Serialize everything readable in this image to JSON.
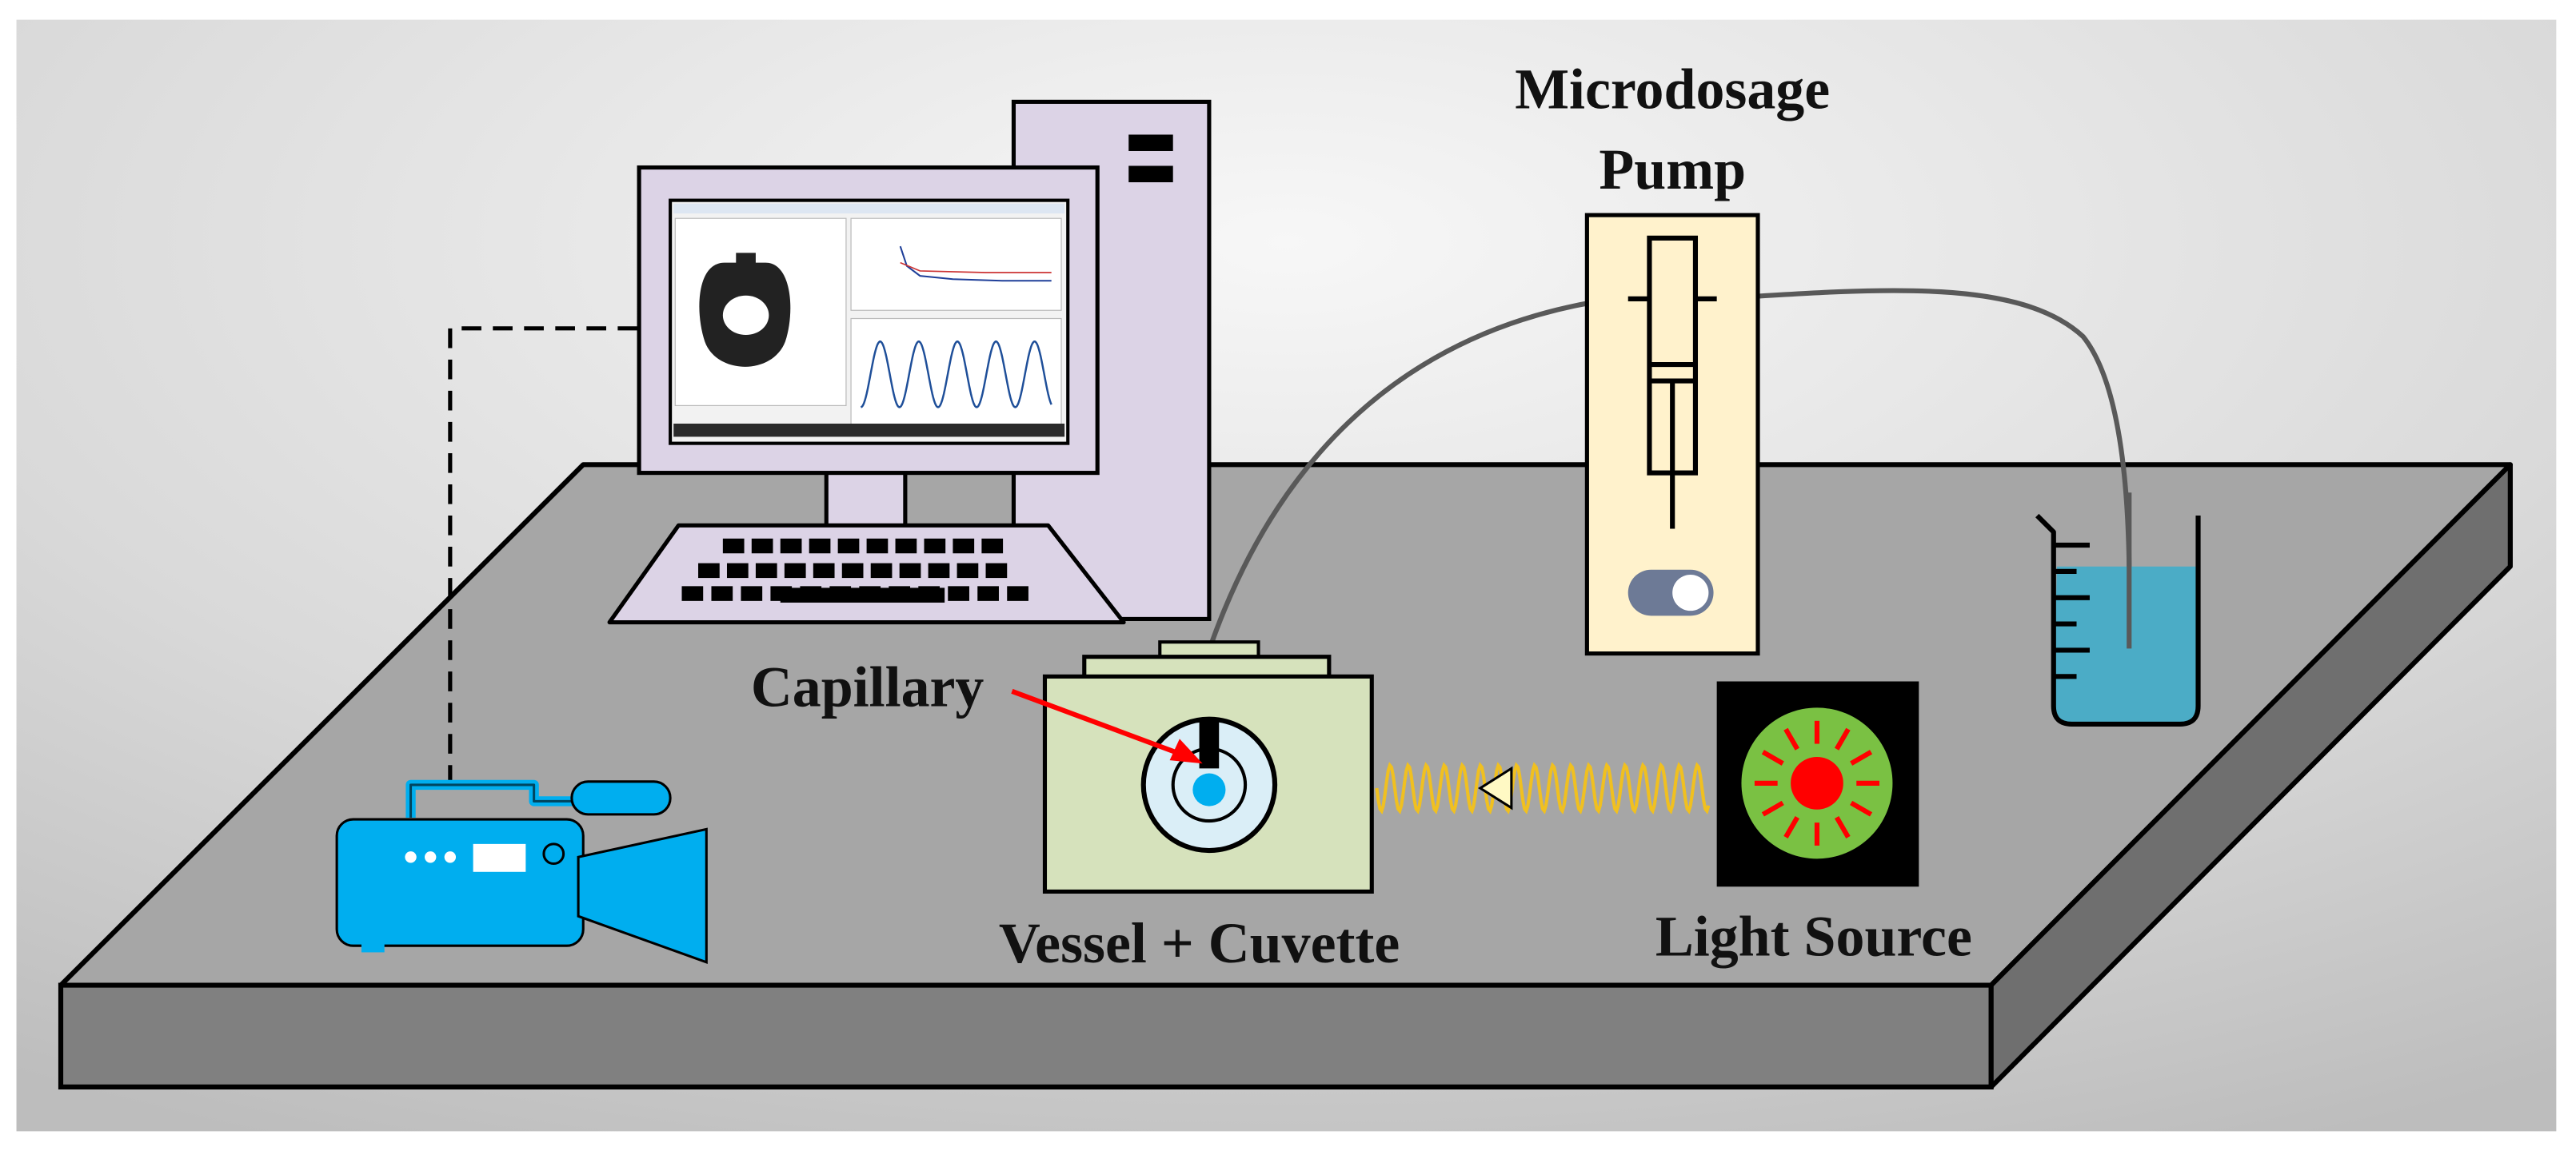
{
  "labels": {
    "pump_line1": "Microdosage",
    "pump_line2": "Pump",
    "capillary": "Capillary",
    "vessel": "Vessel + Cuvette",
    "light_source": "Light Source"
  },
  "colors": {
    "table_top": "#a6a6a6",
    "table_front": "#808080",
    "table_side": "#6f6f6f",
    "computer": "#dcd3e6",
    "camera": "#00aeef",
    "pump_body": "#fff2cc",
    "vessel_body": "#d6e2bc",
    "cuvette": "#daeef7",
    "drop": "#00aeef",
    "light_box": "#000000",
    "light_ring": "#7ac143",
    "light_core": "#ff0000",
    "wave": "#f0c020",
    "arrow": "#ff0000",
    "beaker_liquid": "#4bacc6",
    "tubing": "#595959"
  },
  "icons": [
    "computer-icon",
    "camera-icon",
    "syringe-pump-icon",
    "beaker-icon",
    "light-source-icon",
    "vessel-icon"
  ]
}
